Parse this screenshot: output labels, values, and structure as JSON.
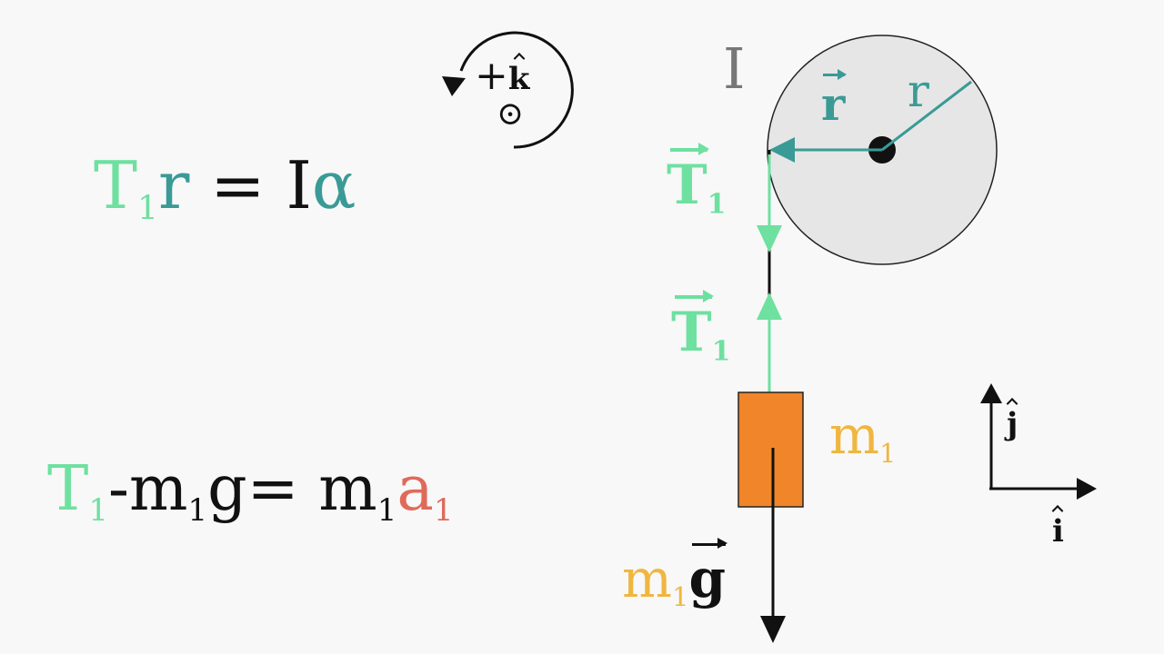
{
  "equations": {
    "torque": {
      "t": "T",
      "t_sub": "1",
      "r": "r",
      "eq": "=",
      "i": "I",
      "alpha": "α"
    },
    "force": {
      "t": "T",
      "t_sub": "1",
      "minus_m": "-m",
      "m_sub": "1",
      "g": "g",
      "eq": "=",
      "m": "m",
      "m2_sub": "1",
      "a": "a",
      "a_sub": "1"
    }
  },
  "labels": {
    "inertia": "I",
    "r_vector": "r",
    "radius": "r",
    "tension_top": {
      "t": "T",
      "sub": "1"
    },
    "tension_bottom": {
      "t": "T",
      "sub": "1"
    },
    "mass": {
      "m": "m",
      "sub": "1"
    },
    "weight": {
      "m": "m",
      "sub": "1",
      "g": "g"
    },
    "rotation_positive": {
      "plus": "+",
      "k": "k"
    },
    "out_of_page": "⊙",
    "axis_j": "j",
    "axis_i": "i"
  },
  "colors": {
    "tension": "#6ee0a0",
    "radius": "#3a9a96",
    "mass_block": "#f0852a",
    "mass_label": "#f0b640",
    "accel": "#e06a5a",
    "pulley_fill": "#e6e6e6"
  }
}
